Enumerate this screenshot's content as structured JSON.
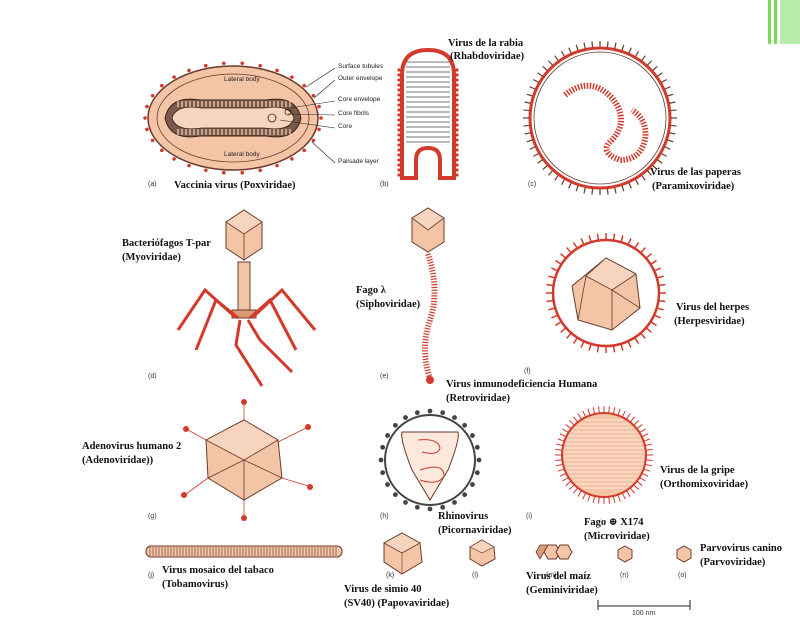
{
  "colors": {
    "accent": "#d23a2c",
    "fill": "#f3c4a6",
    "fill_dark": "#d99b78",
    "green": "#7ed957"
  },
  "annotations": {
    "surface_tubules": "Surface tubules",
    "outer_envelope": "Outer envelope",
    "core_envelope": "Core envelope",
    "core_fibrils": "Core fibrils",
    "core": "Core",
    "palisade_layer": "Palisade layer",
    "lateral_body_top": "Lateral body",
    "lateral_body_bottom": "Lateral body"
  },
  "panels": {
    "a": "(a)",
    "b": "(b)",
    "c": "(c)",
    "d": "(d)",
    "e": "(e)",
    "f": "(f)",
    "g": "(g)",
    "h": "(h)",
    "i": "(i)",
    "j": "(j)",
    "k": "(k)",
    "l": "(l)",
    "m": "(m)",
    "n": "(n)",
    "o": "(o)"
  },
  "labels": {
    "vaccinia": "Vaccinia virus (Poxviridae)",
    "rabia_1": "Virus de la rabia",
    "rabia_2": "(Rhabdoviridae)",
    "paperas_1": "Virus de las paperas",
    "paperas_2": "(Paramixoviridae)",
    "bacteriofagos_1": "Bacteriófagos T-par",
    "bacteriofagos_2": "(Myoviridae)",
    "fago_lambda_1": "Fago λ",
    "fago_lambda_2": "(Siphoviridae)",
    "herpes_1": "Virus del herpes",
    "herpes_2": "(Herpesviridae)",
    "vih_1": "Virus inmunodeficiencia Humana",
    "vih_2": "(Retroviridae)",
    "adenovirus_1": "Adenovirus humano 2",
    "adenovirus_2": "(Adenoviridae))",
    "rhinovirus_1": "Rhinovirus",
    "rhinovirus_2": "(Picornaviridae)",
    "gripe_1": "Virus de la gripe",
    "gripe_2": "(Orthomixoviridae)",
    "fago_x174_1": "Fago ⊕ X174",
    "fago_x174_2": "(Microviridae)",
    "mosaico_1": "Virus mosaico del tabaco",
    "mosaico_2": "(Tobamovirus)",
    "sv40_1": "Virus de simio 40",
    "sv40_2": "(SV40) (Papovaviridae)",
    "maiz_1": "Virus del maíz",
    "maiz_2": "(Geminiviridae)",
    "parvo_1": "Parvovirus canino",
    "parvo_2": "(Parvoviridae)",
    "scale": "100 nm"
  }
}
